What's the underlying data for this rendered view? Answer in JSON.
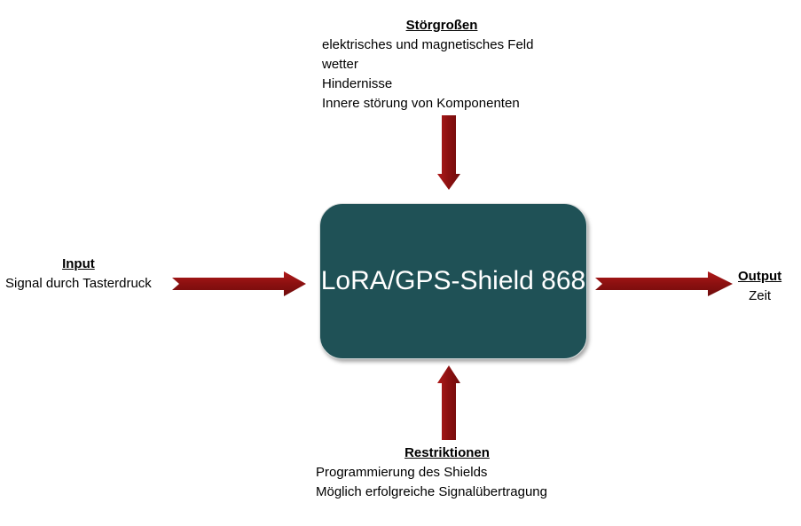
{
  "center": {
    "label": "LoRA/GPS-Shield 868",
    "fill_color": "#1f5156"
  },
  "stoergroessen": {
    "heading": "Störgroßen",
    "items": [
      "elektrisches und magnetisches Feld",
      "wetter",
      "Hindernisse",
      "Innere störung von Komponenten"
    ]
  },
  "input": {
    "heading": "Input",
    "text": "Signal durch Tasterdruck"
  },
  "output": {
    "heading": "Output",
    "text": "Zeit"
  },
  "restriktionen": {
    "heading": "Restriktionen",
    "items": [
      "Programmierung des Shields",
      "Möglich erfolgreiche Signalübertragung"
    ]
  },
  "arrow_color": "#8b1010"
}
